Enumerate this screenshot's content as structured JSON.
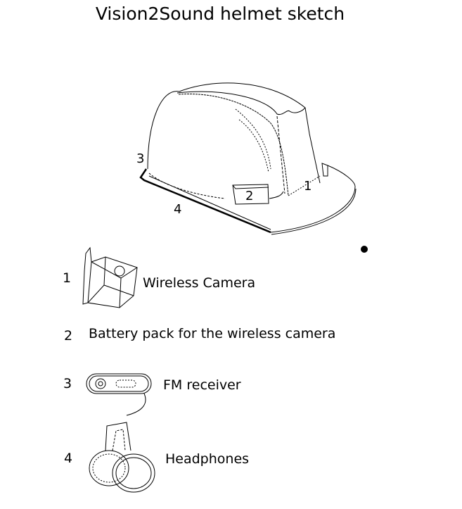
{
  "title": "Vision2Sound helmet sketch",
  "helmet_callouts": [
    "1",
    "2",
    "3",
    "4"
  ],
  "legend": [
    {
      "number": "1",
      "label": "Wireless Camera",
      "icon": "wireless-camera-icon"
    },
    {
      "number": "2",
      "label": "Battery pack for the wireless camera"
    },
    {
      "number": "3",
      "label": "FM receiver",
      "icon": "fm-receiver-icon"
    },
    {
      "number": "4",
      "label": "Headphones",
      "icon": "headphones-icon"
    }
  ]
}
